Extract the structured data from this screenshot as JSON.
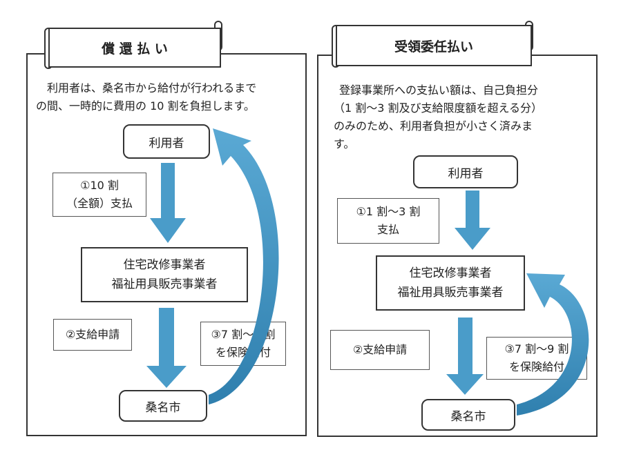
{
  "left": {
    "title": "償 還 払 い",
    "desc_line1": "利用者は、桑名市から給付が行われるまで",
    "desc_line2": "の間、一時的に費用の 10 割を負担します。",
    "node_user": "利用者",
    "node_business_line1": "住宅改修事業者",
    "node_business_line2": "福祉用具販売事業者",
    "node_city": "桑名市",
    "label1_line1": "①10 割",
    "label1_line2": "（全額）支払",
    "label2": "②支給申請",
    "label3_line1": "③7 割～9 割",
    "label3_line2": "を保険給付"
  },
  "right": {
    "title": "受領委任払い",
    "desc_line1": "登録事業所への支払い額は、自己負担分",
    "desc_line2": "（1 割～3 割及び支給限度額を超える分）",
    "desc_line3": "のみのため、利用者負担が小さく済みま",
    "desc_line4": "す。",
    "node_user": "利用者",
    "node_business_line1": "住宅改修事業者",
    "node_business_line2": "福祉用具販売事業者",
    "node_city": "桑名市",
    "label1_line1": "①1 割～3 割",
    "label1_line2": "支払",
    "label2": "②支給申請",
    "label3_line1": "③7 割～9 割",
    "label3_line2": "を保険給付"
  },
  "colors": {
    "arrow": "#4a9cc9",
    "arrow_dark": "#2f7fae",
    "border": "#333333"
  }
}
